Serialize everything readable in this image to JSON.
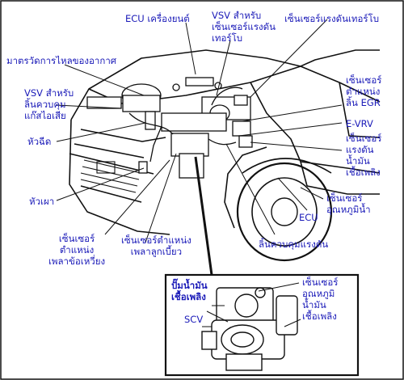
{
  "labels": {
    "ecu_engine": "ECU เครื่องยนต์",
    "vsv_turbo": [
      "VSV สำหรับ",
      "เซ็นเซอร์แรงดัน",
      "เทอร์โบ"
    ],
    "turbo_pressure_sensor": "เซ็นเซอร์แรงดันเทอร์โบ",
    "air_flow_meter": "มาตรวัดการไหลของอากาศ",
    "vsv_egr": [
      "VSV สำหรับ",
      "ลิ้นควบคุม",
      "แก๊สไอเสีย"
    ],
    "egr_position_sensor": [
      "เซ็นเซอร์",
      "ตำแหน่ง",
      "ลิ้น EGR"
    ],
    "e_vrv": "E-VRV",
    "fuel_pressure_sensor": [
      "เซ็นเซอร์",
      "แรงดัน",
      "น้ำมัน",
      "เชื้อเพลิง"
    ],
    "injector": "หัวฉีด",
    "glow_plug": "หัวเผา",
    "coolant_temp_sensor": [
      "เซ็นเซอร์",
      "อุณหภูมิน้ำ"
    ],
    "ecu": "ECU",
    "crank_position_sensor": [
      "เซ็นเซอร์",
      "ตำแหน่ง",
      "เพลาข้อเหวี่ยง"
    ],
    "cam_position_sensor": [
      "เซ็นเซอร์ตำแหน่ง",
      "เพลาลูกเบี้ยว"
    ],
    "pressure_control_valve": "ลิ้นควบคุมแรงดัน",
    "inset_fuel_pump": [
      "ปั๊มน้ำมัน",
      "เชื้อเพลิง"
    ],
    "inset_fuel_temp_sensor": [
      "เซ็นเซอร์",
      "อุณหภูมิ",
      "น้ำมัน",
      "เชื้อเพลิง"
    ],
    "inset_scv": "SCV"
  },
  "colors": {
    "label": "#1a1ab8",
    "line": "#111111",
    "background": "#ffffff"
  }
}
